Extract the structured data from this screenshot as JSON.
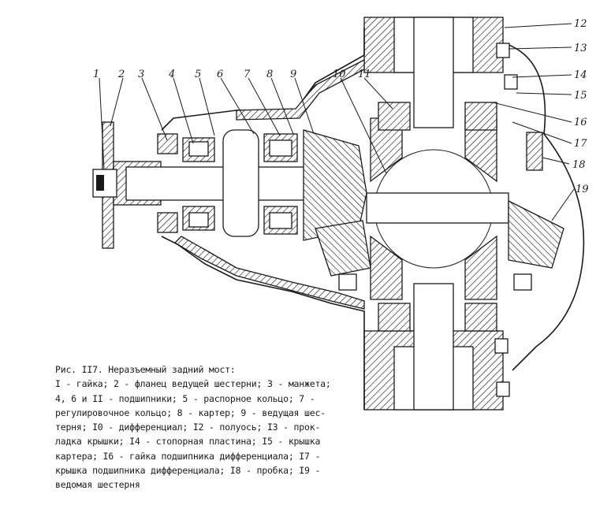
{
  "figure": {
    "callouts": [
      "1",
      "2",
      "3",
      "4",
      "5",
      "6",
      "7",
      "8",
      "9",
      "10",
      "11",
      "12",
      "13",
      "14",
      "15",
      "16",
      "17",
      "18",
      "19"
    ],
    "caption_lines": [
      "Рис. II7. Неразъемный задний мост:",
      "I - гайка; 2 - фланец ведущей шестерни; 3 - манжета;",
      "4, 6 и II - подшипники; 5 - распорное кольцо; 7 -",
      "регулировочное кольцо; 8 - картер; 9 - ведущая шес-",
      "терня; I0 - дифференциал; I2 - полуось; I3 - прок-",
      "ладка крышки; I4 - стопорная пластина; I5 - крышка",
      "картера; I6 - гайка подшипника дифференциала; I7 -",
      "крышка подшипника дифференциала; I8 - пробка; I9 -",
      "ведомая шестерня"
    ]
  }
}
